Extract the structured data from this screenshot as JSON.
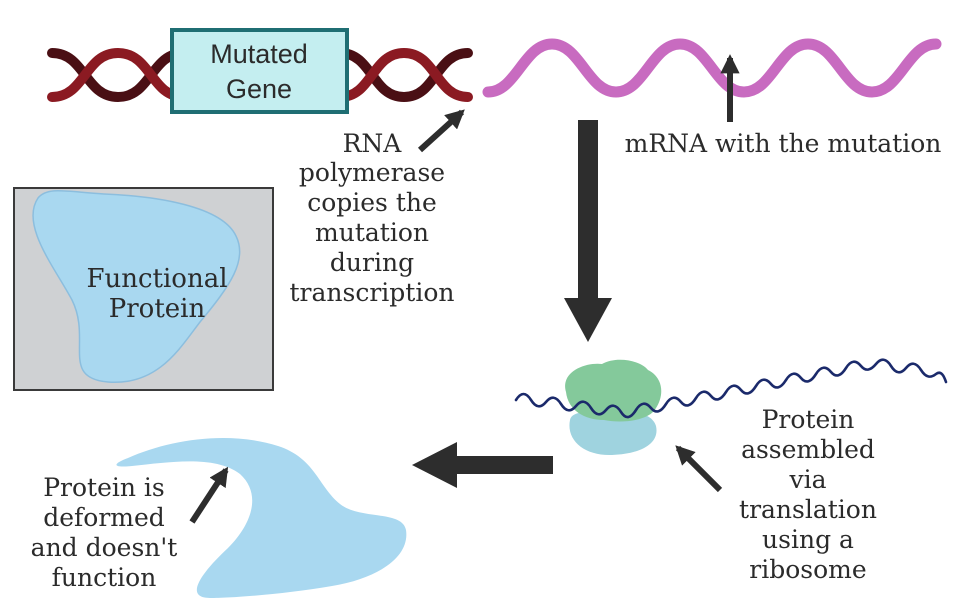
{
  "gene_box": {
    "line1": "Mutated",
    "line2": "Gene"
  },
  "mrna_label": "mRNA with the mutation",
  "polymerase_label": [
    "RNA",
    "polymerase",
    "copies the",
    "mutation",
    "during",
    "transcription"
  ],
  "functional_protein": {
    "line1": "Functional",
    "line2": "Protein"
  },
  "translation_label": [
    "Protein",
    "assembled",
    "via",
    "translation",
    "using a",
    "ribosome"
  ],
  "deformed_label": [
    "Protein is",
    "deformed",
    "and doesn't",
    "function"
  ],
  "colors": {
    "dna_strand_dark": "#4a0f14",
    "dna_strand_red": "#8b1a22",
    "gene_box_fill": "#c4eef0",
    "gene_box_border": "#1f6e73",
    "mrna": "#c86bc0",
    "arrow": "#2d2d2d",
    "panel_fill": "#cfd1d3",
    "protein_fill": "#a9d8f0",
    "ribosome_top": "#84c99b",
    "ribosome_bottom": "#9fd3df",
    "strand_blue": "#1b2a6b"
  }
}
